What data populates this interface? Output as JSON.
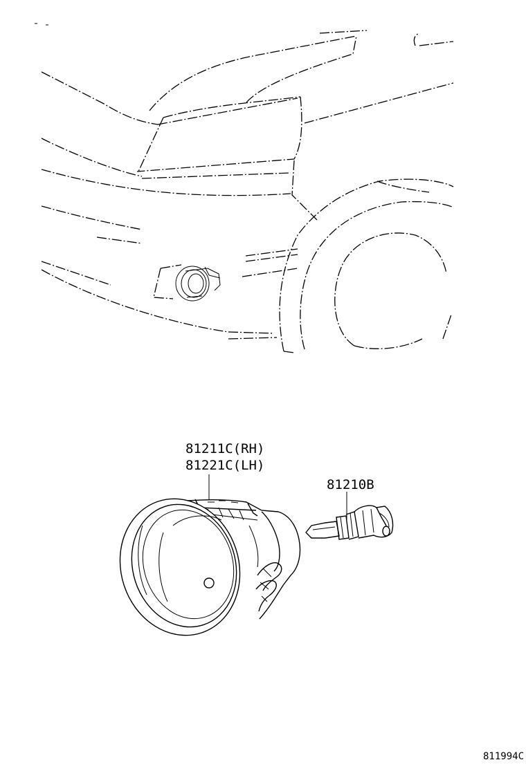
{
  "diagram": {
    "parts": [
      {
        "part_number": "81211C(RH)",
        "name": "fog-lamp-assembly-rh"
      },
      {
        "part_number": "81221C(LH)",
        "name": "fog-lamp-assembly-lh"
      },
      {
        "part_number": "81210B",
        "name": "fog-lamp-bulb"
      }
    ],
    "reference_code": "811994C"
  },
  "colors": {
    "line": "#000000",
    "background": "#ffffff"
  }
}
